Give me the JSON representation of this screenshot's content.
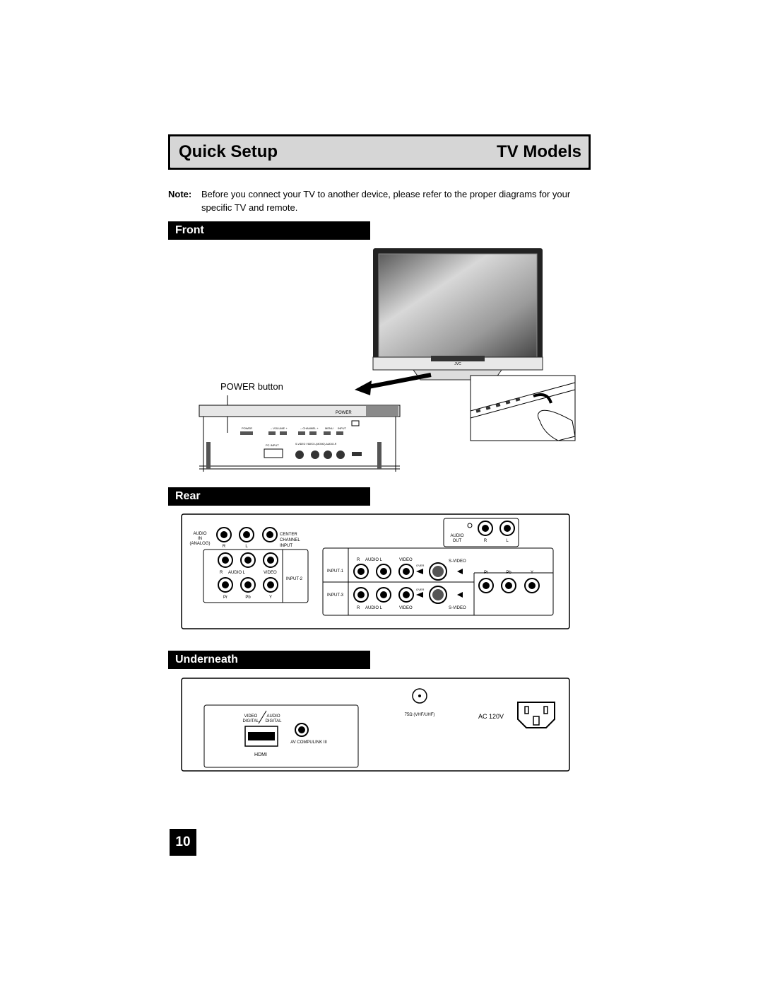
{
  "header": {
    "left_title": "Quick Setup",
    "right_title": "TV Models"
  },
  "note": {
    "label": "Note:",
    "text": "Before you connect your TV to another device, please refer to the proper diagrams for your specific TV and remote."
  },
  "sections": {
    "front": "Front",
    "rear": "Rear",
    "underneath": "Underneath"
  },
  "front": {
    "power_button_label": "POWER button",
    "brand": "JVC",
    "panel_power": "POWER",
    "panel_buttons": [
      "POWER",
      "– VOLUME +",
      "– CHANNEL +",
      "MENU",
      "INPUT"
    ],
    "pc_input": "PC INPUT",
    "front_jacks": "S-VIDEO  VIDEO  L(MONO)-AUDIO-R"
  },
  "rear": {
    "audio_in": [
      "AUDIO",
      "IN",
      "(ANALOG)"
    ],
    "r": "R",
    "l": "L",
    "y": "Y",
    "pr": "Pr",
    "pb": "Pb",
    "center_channel": [
      "CENTER",
      "CHANNEL",
      "INPUT"
    ],
    "audio_l": "AUDIO  L",
    "video": "VIDEO",
    "s_video": "S-VIDEO",
    "over": "OVER",
    "input1": "INPUT-1",
    "input2": "INPUT-2",
    "input3": "INPUT-3",
    "audio_out": [
      "AUDIO",
      "OUT"
    ]
  },
  "underneath": {
    "video_digital": [
      "VIDEO",
      "DIGITAL"
    ],
    "audio_digital": [
      "AUDIO",
      "DIGITAL"
    ],
    "hdmi": "HDMI",
    "av_compulink": "AV COMPULINK III",
    "antenna": "75Ω (VHF/UHF)",
    "ac": "AC 120V"
  },
  "page_number": "10"
}
